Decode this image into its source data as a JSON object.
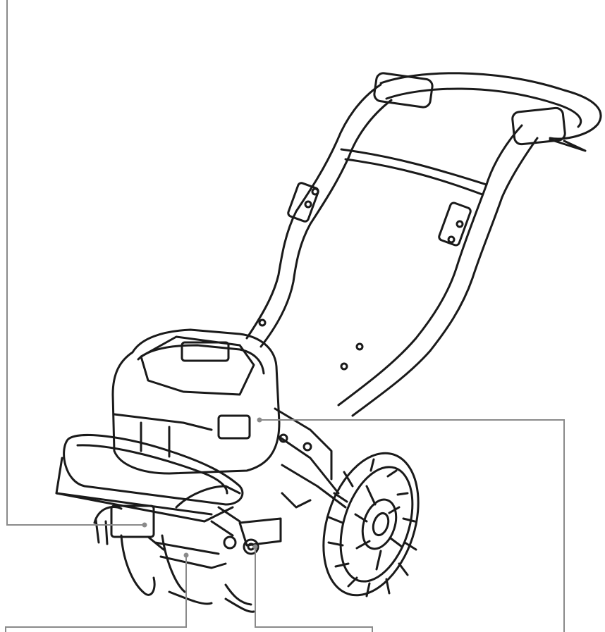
{
  "figure": {
    "subject": "cordless-tiller-illustration",
    "line_color": "#1a1a1a",
    "leader_color": "#8a8a8a",
    "background": "#ffffff"
  },
  "callouts": [
    {
      "id": "callout-left",
      "label": ""
    },
    {
      "id": "callout-bottom-left",
      "label": ""
    },
    {
      "id": "callout-bottom-middle",
      "label": ""
    },
    {
      "id": "callout-right",
      "label": ""
    }
  ]
}
